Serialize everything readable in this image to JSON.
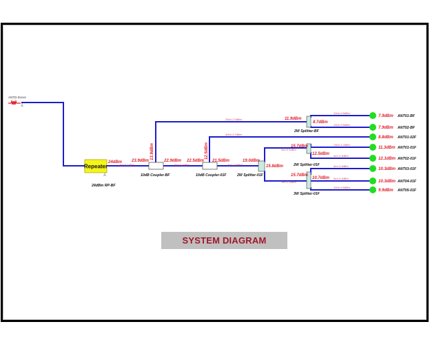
{
  "title": "SYSTEM DIAGRAM",
  "donor": {
    "label": "ANTD-Donor"
  },
  "repeater": {
    "label": "Repeater",
    "power_out": "24dBm",
    "caption": "24dBm RP-BF",
    "cable_out": "3m/-0.1dBm"
  },
  "couplers": [
    {
      "label": "10dB Coupler-BF",
      "power_in": "23.9dBm",
      "power_through": "22.9dBm",
      "power_tap": "13.9dBm",
      "cable_through": "5m/-0.4dBm"
    },
    {
      "label": "10dB Coupler-01F",
      "power_in": "22.5dBm",
      "power_through": "21.5dBm",
      "power_tap": "12.5dBm",
      "cable_through": "3m/-2.5dBm"
    }
  ],
  "splitters": [
    {
      "label": "2W Splitter-BF",
      "power_in": "11.9dBm",
      "power_out": "8.7dBm",
      "cable_in": "25m/-2.0dBm"
    },
    {
      "label": "2W Splitter-01F",
      "power_in": "19.0dBm",
      "power_out": "15.8dBm"
    },
    {
      "label": "2W Splitter-01F",
      "power_in": "15.7dBm",
      "power_out": "12.5dBm",
      "cable_in": "3m/-0.1dBm"
    },
    {
      "label": "3W Splitter-01F",
      "power_in": "15.7dBm",
      "power_out": "10.7dBm",
      "cable_in": "3m/-0.1dBm"
    }
  ],
  "feeder_02F": {
    "cable": "45m/-3.7dBm"
  },
  "antennas": [
    {
      "name": "ANT01-BF",
      "power": "7.9dBm",
      "cable": "10m/-0.8dBm",
      "color": "#22dd22"
    },
    {
      "name": "ANT02-BF",
      "power": "7.9dBm",
      "cable": "10m/-0.8dBm",
      "color": "#22dd22"
    },
    {
      "name": "ANT01-02F",
      "power": "8.8dBm",
      "cable": "",
      "color": "#22dd22"
    },
    {
      "name": "ANT01-01F",
      "power": "11.3dBm",
      "cable": "15m/-1.2dBm",
      "color": "#22dd22"
    },
    {
      "name": "ANT02-01F",
      "power": "12.1dBm",
      "cable": "5m/-0.4dBm",
      "color": "#22dd22"
    },
    {
      "name": "ANT03-01F",
      "power": "10.3dBm",
      "cable": "5m/-0.4dBm",
      "color": "#22dd22"
    },
    {
      "name": "ANT04-01F",
      "power": "10.3dBm",
      "cable": "5m/-0.4dBm",
      "color": "#22dd22"
    },
    {
      "name": "ANT05-01F",
      "power": "9.9dBm",
      "cable": "10m/-0.8dBm",
      "color": "#22dd22"
    }
  ],
  "colors": {
    "wire": "#1c1ccc",
    "power_text": "#e0202a",
    "repeater_fill": "#f5f51a",
    "antenna": "#22dd22",
    "title_text": "#a01828",
    "title_bg": "#c0c0c0"
  }
}
